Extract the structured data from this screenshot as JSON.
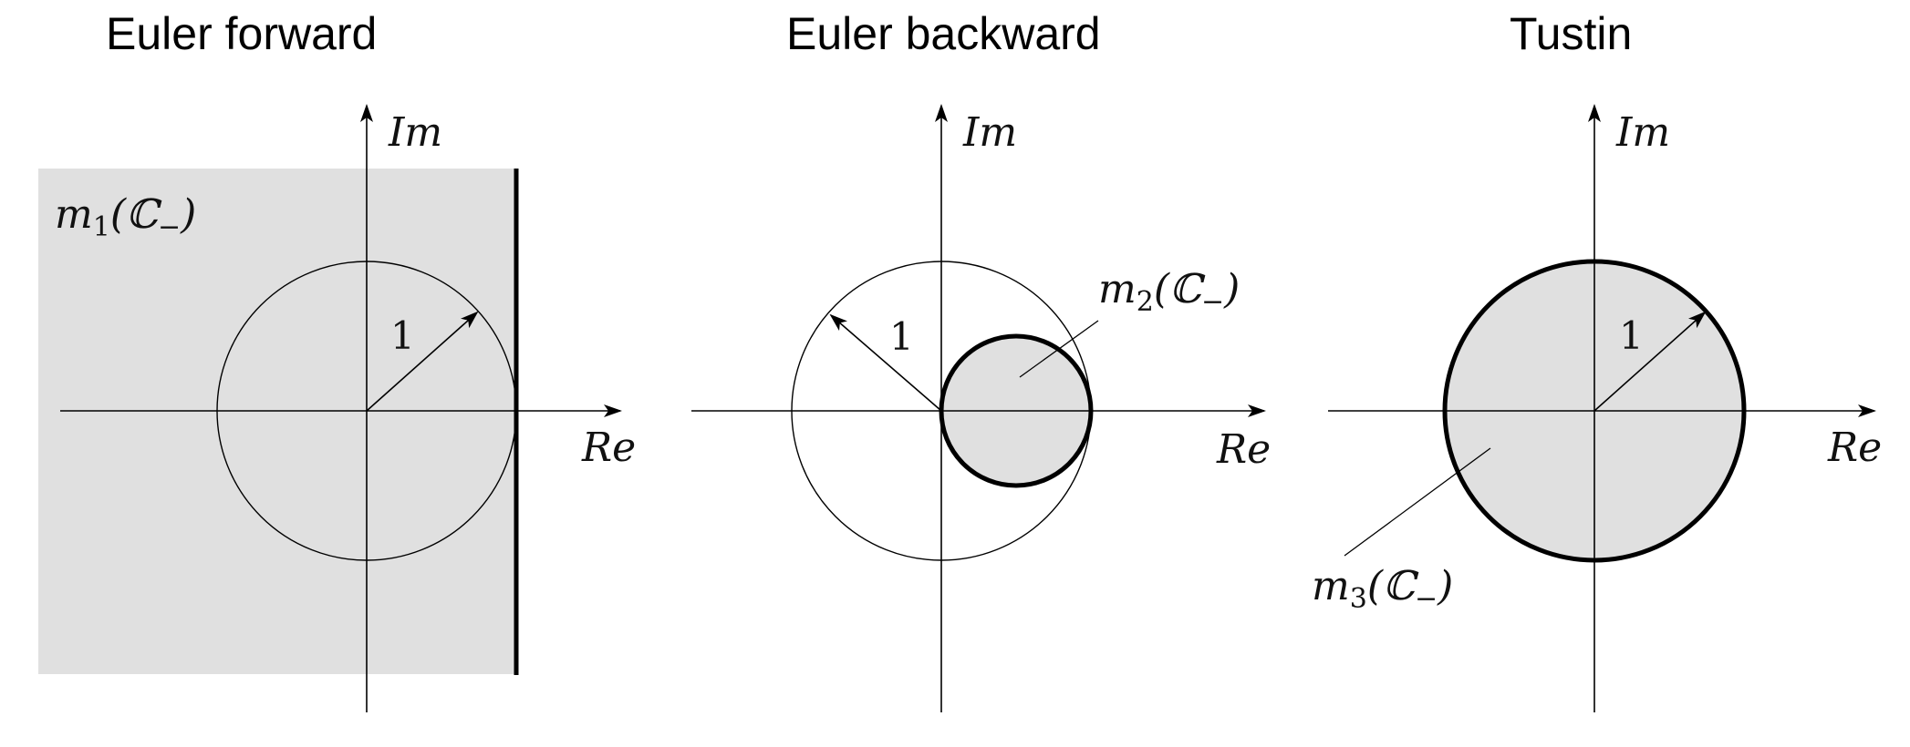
{
  "panels": [
    {
      "title": "Euler forward",
      "axis_labels": {
        "re": "Re",
        "im": "Im"
      },
      "radius_label": "1",
      "region_label": {
        "base": "m",
        "sub": "1",
        "arg": "(ℂ",
        "arg_sub": "−",
        "close": ")"
      }
    },
    {
      "title": "Euler backward",
      "axis_labels": {
        "re": "Re",
        "im": "Im"
      },
      "radius_label": "1",
      "region_label": {
        "base": "m",
        "sub": "2",
        "arg": "(ℂ",
        "arg_sub": "−",
        "close": ")"
      }
    },
    {
      "title": "Tustin",
      "axis_labels": {
        "re": "Re",
        "im": "Im"
      },
      "radius_label": "1",
      "region_label": {
        "base": "m",
        "sub": "3",
        "arg": "(ℂ",
        "arg_sub": "−",
        "close": ")"
      }
    }
  ],
  "colors": {
    "region_fill": "#e0e0e0",
    "stroke": "#000000",
    "background": "#ffffff"
  }
}
